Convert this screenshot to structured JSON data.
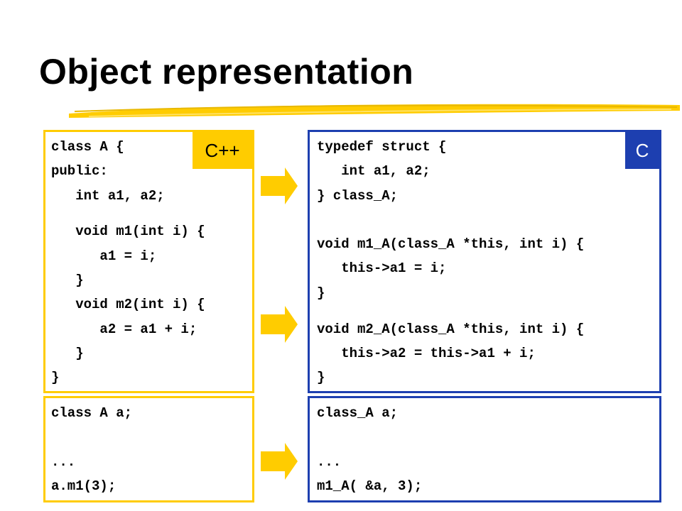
{
  "slide": {
    "title": "Object representation"
  },
  "cpp_class": {
    "tag": "C++",
    "lines": [
      "class A {",
      "public:",
      "   int a1, a2;",
      "   void m1(int i) {",
      "      a1 = i;",
      "   }",
      "   void m2(int i) {",
      "      a2 = a1 + i;",
      "   }",
      "}"
    ]
  },
  "c_struct": {
    "tag": "C",
    "lines": [
      "typedef struct {",
      "   int a1, a2;",
      "} class_A;",
      "void m1_A(class_A *this, int i) {",
      "   this->a1 = i;",
      "}",
      "void m2_A(class_A *this, int i) {",
      "   this->a2 = this->a1 + i;",
      "}"
    ]
  },
  "cpp_usage": {
    "lines": [
      "class A a;",
      "...",
      "a.m1(3);"
    ]
  },
  "c_usage": {
    "lines": [
      "class_A a;",
      "...",
      "m1_A( &a, 3);"
    ]
  },
  "colors": {
    "cpp_accent": "#ffcc00",
    "c_accent": "#1d3fb0",
    "arrow": "#ffcc00"
  },
  "icons": {
    "arrow": "right-arrow-icon"
  }
}
